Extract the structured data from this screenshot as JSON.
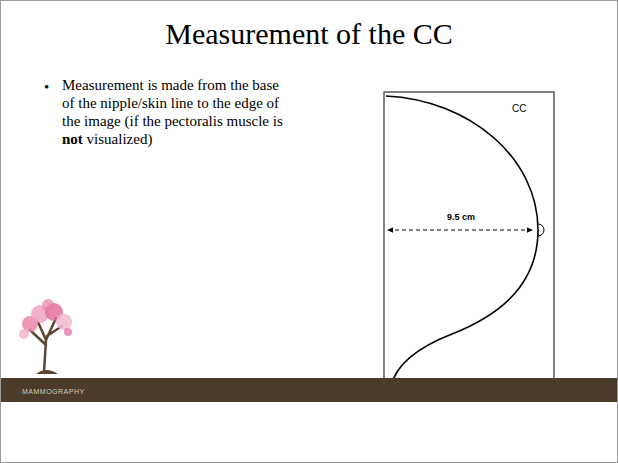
{
  "diagram": {
    "title": "Measurement of the CC",
    "labels": [
      "Measurement is made from the base of the nipple/skin line to the edge of the image (if the pectoralis muscle is",
      "not",
      "visualized)",
      "9.5 cm",
      "CC",
      "MAMMOGRAPHY"
    ]
  }
}
